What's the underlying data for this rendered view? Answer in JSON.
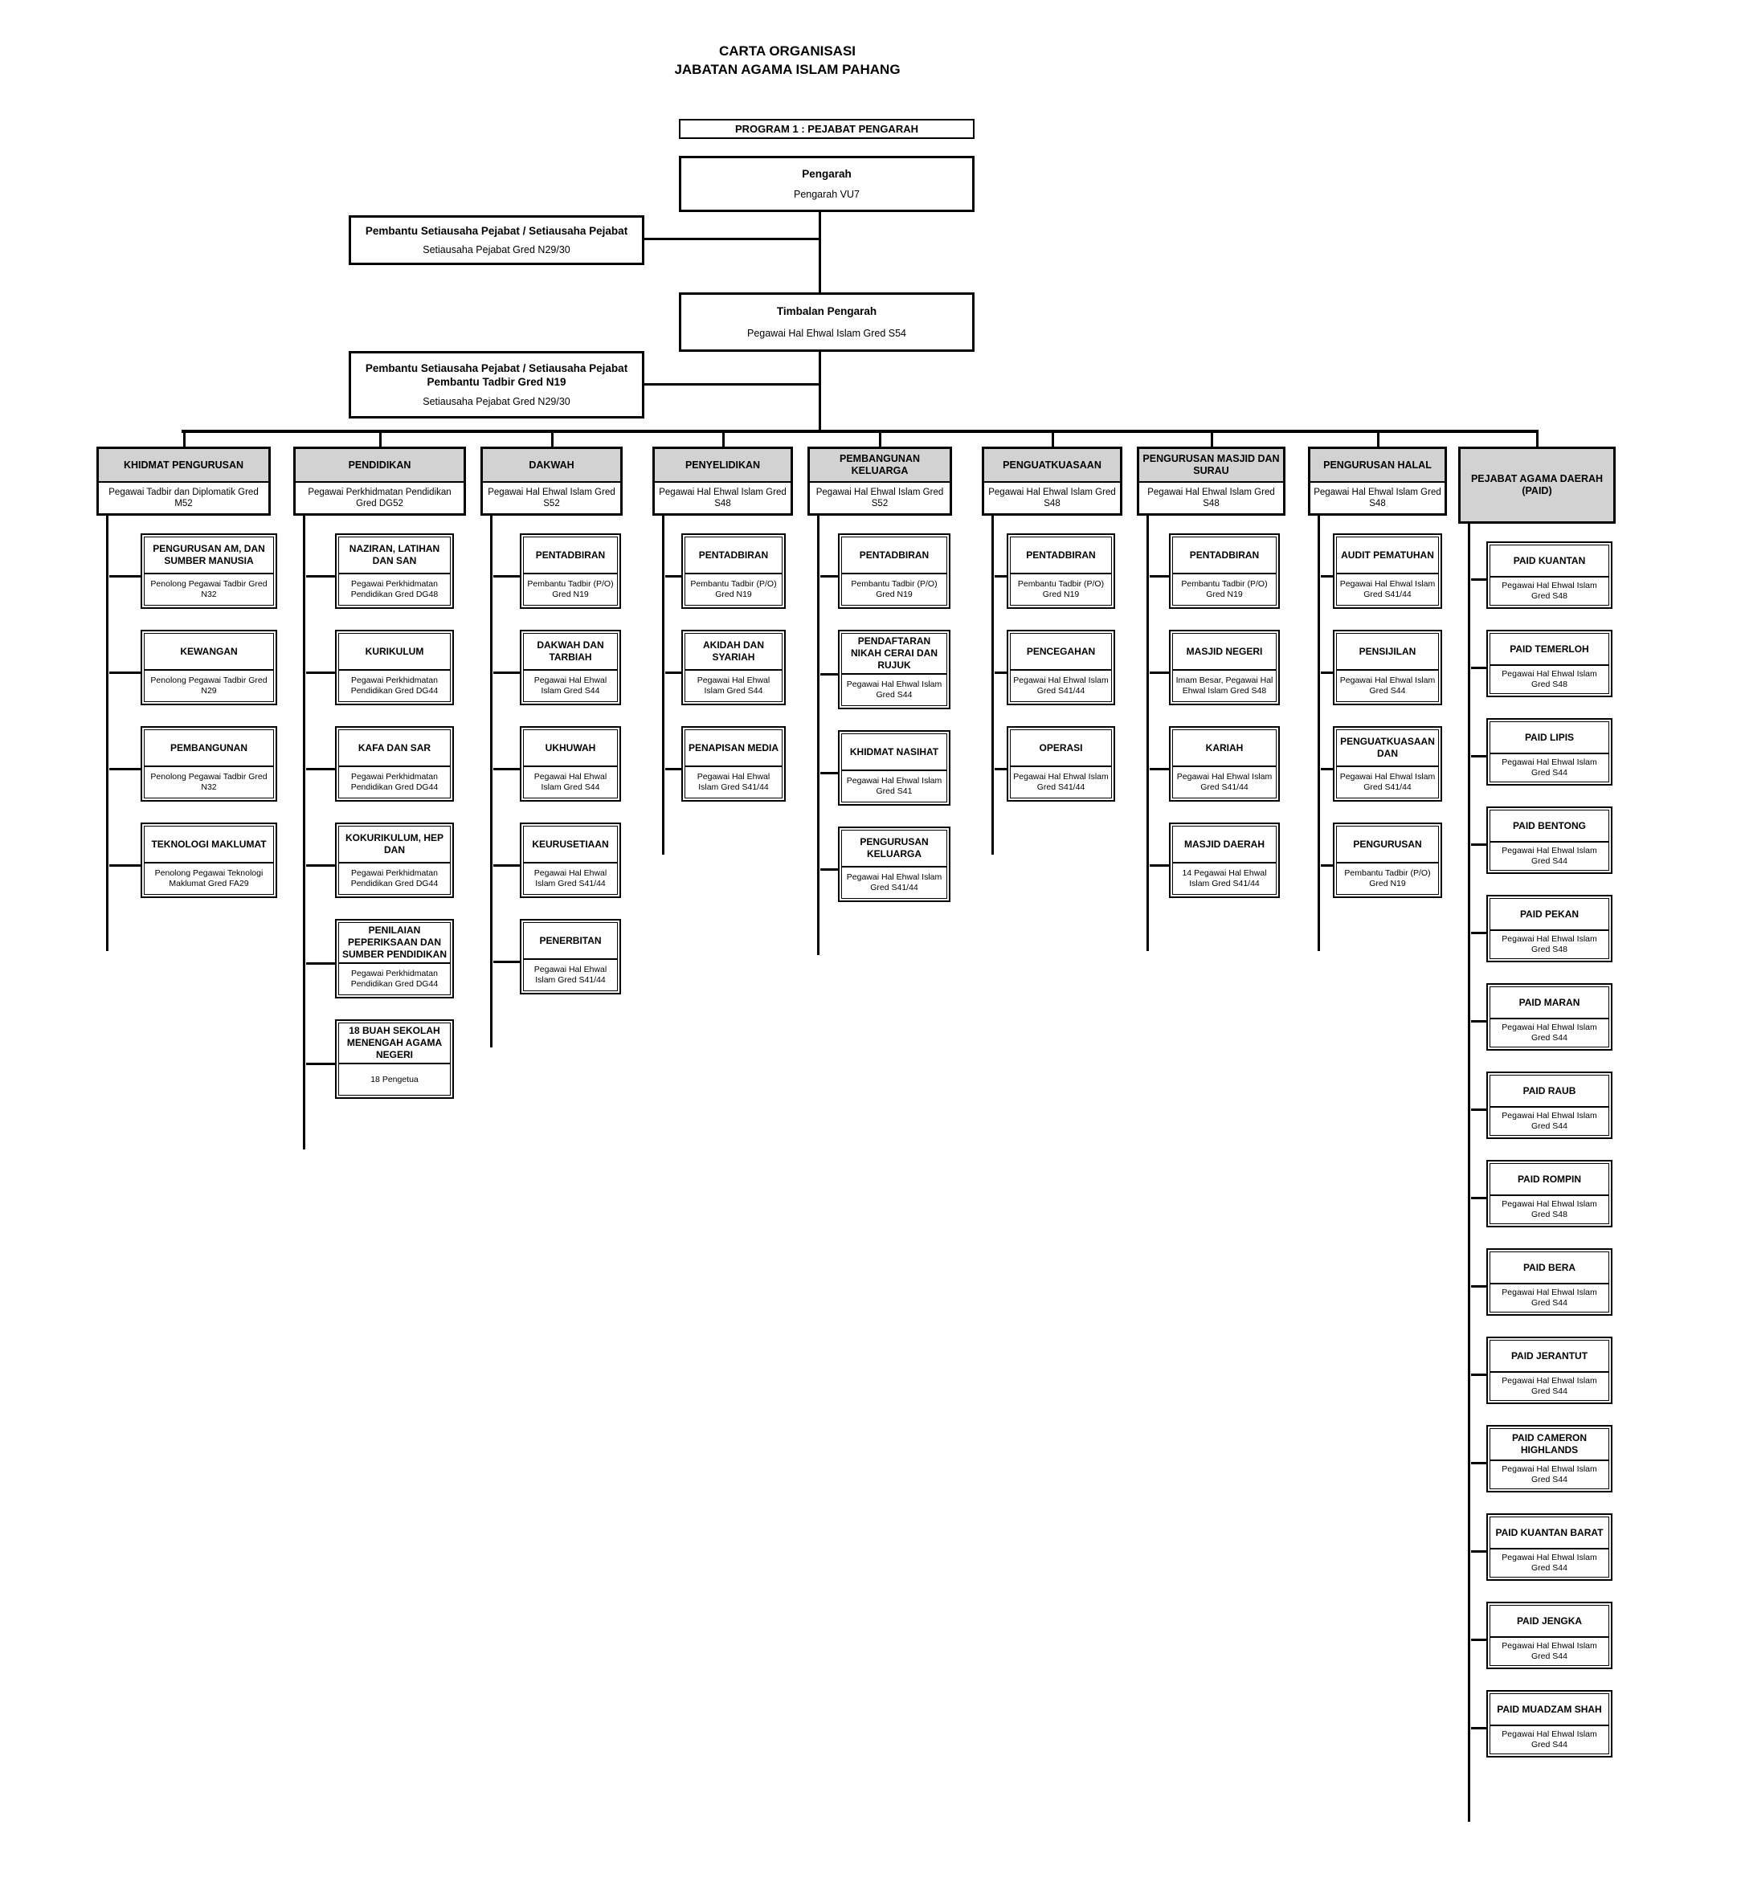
{
  "title": {
    "line1": "CARTA ORGANISASI",
    "line2": "JABATAN AGAMA ISLAM PAHANG"
  },
  "program": {
    "label": "PROGRAM 1 : PEJABAT PENGARAH"
  },
  "nodes": {
    "pengarah": {
      "title": "Pengarah",
      "subtitle": "Pengarah VU7"
    },
    "pembantu1": {
      "title": "Pembantu Setiausaha Pejabat / Setiausaha Pejabat",
      "subtitle": "Setiausaha Pejabat Gred N29/30"
    },
    "timbalan": {
      "title": "Timbalan Pengarah",
      "subtitle": "Pegawai Hal Ehwal Islam Gred S54"
    },
    "pembantu2": {
      "title_line1": "Pembantu Setiausaha Pejabat / Setiausaha Pejabat",
      "title_line2": "Pembantu Tadbir Gred N19",
      "subtitle": "Setiausaha Pejabat Gred N29/30"
    }
  },
  "style": {
    "header_fill": "#d2d2d2",
    "line_color": "#000000"
  },
  "divisions": [
    {
      "title": "KHIDMAT PENGURUSAN",
      "subtitle": "Pegawai Tadbir dan Diplomatik Gred M52",
      "units": [
        {
          "title": "PENGURUSAN AM, DAN SUMBER MANUSIA",
          "subtitle": "Penolong Pegawai Tadbir Gred N32"
        },
        {
          "title": "KEWANGAN",
          "subtitle": "Penolong Pegawai Tadbir Gred N29"
        },
        {
          "title": "PEMBANGUNAN",
          "subtitle": "Penolong Pegawai Tadbir Gred N32"
        },
        {
          "title": "TEKNOLOGI MAKLUMAT",
          "subtitle": "Penolong Pegawai Teknologi Maklumat Gred FA29"
        }
      ]
    },
    {
      "title": "PENDIDIKAN",
      "subtitle": "Pegawai Perkhidmatan Pendidikan Gred DG52",
      "units": [
        {
          "title": "NAZIRAN, LATIHAN DAN SAN",
          "subtitle": "Pegawai Perkhidmatan Pendidikan Gred DG48"
        },
        {
          "title": "KURIKULUM",
          "subtitle": "Pegawai Perkhidmatan Pendidikan Gred DG44"
        },
        {
          "title": "KAFA DAN SAR",
          "subtitle": "Pegawai Perkhidmatan Pendidikan Gred DG44"
        },
        {
          "title": "KOKURIKULUM, HEP DAN",
          "subtitle": "Pegawai Perkhidmatan Pendidikan Gred DG44"
        },
        {
          "title": "PENILAIAN PEPERIKSAAN DAN SUMBER PENDIDIKAN",
          "subtitle": "Pegawai Perkhidmatan Pendidikan Gred DG44"
        },
        {
          "title": "18 BUAH SEKOLAH MENENGAH AGAMA NEGERI",
          "subtitle": "18 Pengetua"
        }
      ]
    },
    {
      "title": "DAKWAH",
      "subtitle": "Pegawai Hal Ehwal Islam Gred S52",
      "units": [
        {
          "title": "PENTADBIRAN",
          "subtitle": "Pembantu Tadbir (P/O) Gred N19"
        },
        {
          "title": "DAKWAH DAN TARBIAH",
          "subtitle": "Pegawai Hal Ehwal Islam Gred S44"
        },
        {
          "title": "UKHUWAH",
          "subtitle": "Pegawai Hal Ehwal Islam Gred S44"
        },
        {
          "title": "KEURUSETIAAN",
          "subtitle": "Pegawai Hal Ehwal Islam Gred S41/44"
        },
        {
          "title": "PENERBITAN",
          "subtitle": "Pegawai Hal Ehwal Islam Gred S41/44"
        }
      ]
    },
    {
      "title": "PENYELIDIKAN",
      "subtitle": "Pegawai Hal Ehwal Islam Gred S48",
      "units": [
        {
          "title": "PENTADBIRAN",
          "subtitle": "Pembantu Tadbir (P/O) Gred N19"
        },
        {
          "title": "AKIDAH DAN SYARIAH",
          "subtitle": "Pegawai Hal Ehwal Islam Gred S44"
        },
        {
          "title": "PENAPISAN MEDIA",
          "subtitle": "Pegawai Hal Ehwal Islam Gred S41/44"
        }
      ]
    },
    {
      "title": "PEMBANGUNAN KELUARGA",
      "subtitle": "Pegawai Hal Ehwal Islam Gred S52",
      "units": [
        {
          "title": "PENTADBIRAN",
          "subtitle": "Pembantu Tadbir (P/O) Gred N19"
        },
        {
          "title": "PENDAFTARAN NIKAH CERAI DAN RUJUK",
          "subtitle": "Pegawai Hal Ehwal Islam Gred S44"
        },
        {
          "title": "KHIDMAT NASIHAT",
          "subtitle": "Pegawai Hal Ehwal Islam Gred S41"
        },
        {
          "title": "PENGURUSAN KELUARGA",
          "subtitle": "Pegawai Hal Ehwal Islam Gred S41/44"
        }
      ]
    },
    {
      "title": "PENGUATKUASAAN",
      "subtitle": "Pegawai Hal Ehwal Islam Gred S48",
      "units": [
        {
          "title": "PENTADBIRAN",
          "subtitle": "Pembantu Tadbir (P/O) Gred N19"
        },
        {
          "title": "PENCEGAHAN",
          "subtitle": "Pegawai Hal Ehwal Islam Gred S41/44"
        },
        {
          "title": "OPERASI",
          "subtitle": "Pegawai Hal Ehwal Islam Gred S41/44"
        }
      ]
    },
    {
      "title": "PENGURUSAN MASJID DAN SURAU",
      "subtitle": "Pegawai Hal Ehwal Islam Gred S48",
      "units": [
        {
          "title": "PENTADBIRAN",
          "subtitle": "Pembantu Tadbir (P/O) Gred N19"
        },
        {
          "title": "MASJID NEGERI",
          "subtitle": "Imam Besar, Pegawai Hal Ehwal Islam Gred S48"
        },
        {
          "title": "KARIAH",
          "subtitle": "Pegawai Hal Ehwal Islam Gred S41/44"
        },
        {
          "title": "MASJID DAERAH",
          "subtitle": "14 Pegawai Hal Ehwal Islam Gred S41/44"
        }
      ]
    },
    {
      "title": "PENGURUSAN HALAL",
      "subtitle": "Pegawai Hal Ehwal Islam Gred S48",
      "units": [
        {
          "title": "AUDIT PEMATUHAN",
          "subtitle": "Pegawai Hal Ehwal Islam Gred S41/44"
        },
        {
          "title": "PENSIJILAN",
          "subtitle": "Pegawai Hal Ehwal Islam Gred S44"
        },
        {
          "title": "PENGUATKUASAAN DAN",
          "subtitle": "Pegawai Hal Ehwal Islam Gred S41/44"
        },
        {
          "title": "PENGURUSAN",
          "subtitle": "Pembantu Tadbir (P/O) Gred N19"
        }
      ]
    },
    {
      "title": "PEJABAT AGAMA DAERAH (PAID)",
      "subtitle": "",
      "units": [
        {
          "title": "PAID KUANTAN",
          "subtitle": "Pegawai Hal Ehwal Islam Gred S48"
        },
        {
          "title": "PAID TEMERLOH",
          "subtitle": "Pegawai Hal Ehwal Islam Gred S48"
        },
        {
          "title": "PAID LIPIS",
          "subtitle": "Pegawai Hal Ehwal Islam Gred S44"
        },
        {
          "title": "PAID BENTONG",
          "subtitle": "Pegawai Hal Ehwal Islam Gred S44"
        },
        {
          "title": "PAID PEKAN",
          "subtitle": "Pegawai Hal Ehwal Islam Gred S48"
        },
        {
          "title": "PAID MARAN",
          "subtitle": "Pegawai Hal Ehwal Islam Gred S44"
        },
        {
          "title": "PAID RAUB",
          "subtitle": "Pegawai Hal Ehwal Islam Gred S44"
        },
        {
          "title": "PAID ROMPIN",
          "subtitle": "Pegawai Hal Ehwal Islam Gred S48"
        },
        {
          "title": "PAID BERA",
          "subtitle": "Pegawai Hal Ehwal Islam Gred S44"
        },
        {
          "title": "PAID JERANTUT",
          "subtitle": "Pegawai Hal Ehwal Islam Gred S44"
        },
        {
          "title": "PAID CAMERON HIGHLANDS",
          "subtitle": "Pegawai Hal Ehwal Islam Gred S44"
        },
        {
          "title": "PAID KUANTAN BARAT",
          "subtitle": "Pegawai Hal Ehwal Islam Gred S44"
        },
        {
          "title": "PAID JENGKA",
          "subtitle": "Pegawai Hal Ehwal Islam Gred S44"
        },
        {
          "title": "PAID MUADZAM SHAH",
          "subtitle": "Pegawai Hal Ehwal Islam Gred S44"
        }
      ]
    }
  ]
}
